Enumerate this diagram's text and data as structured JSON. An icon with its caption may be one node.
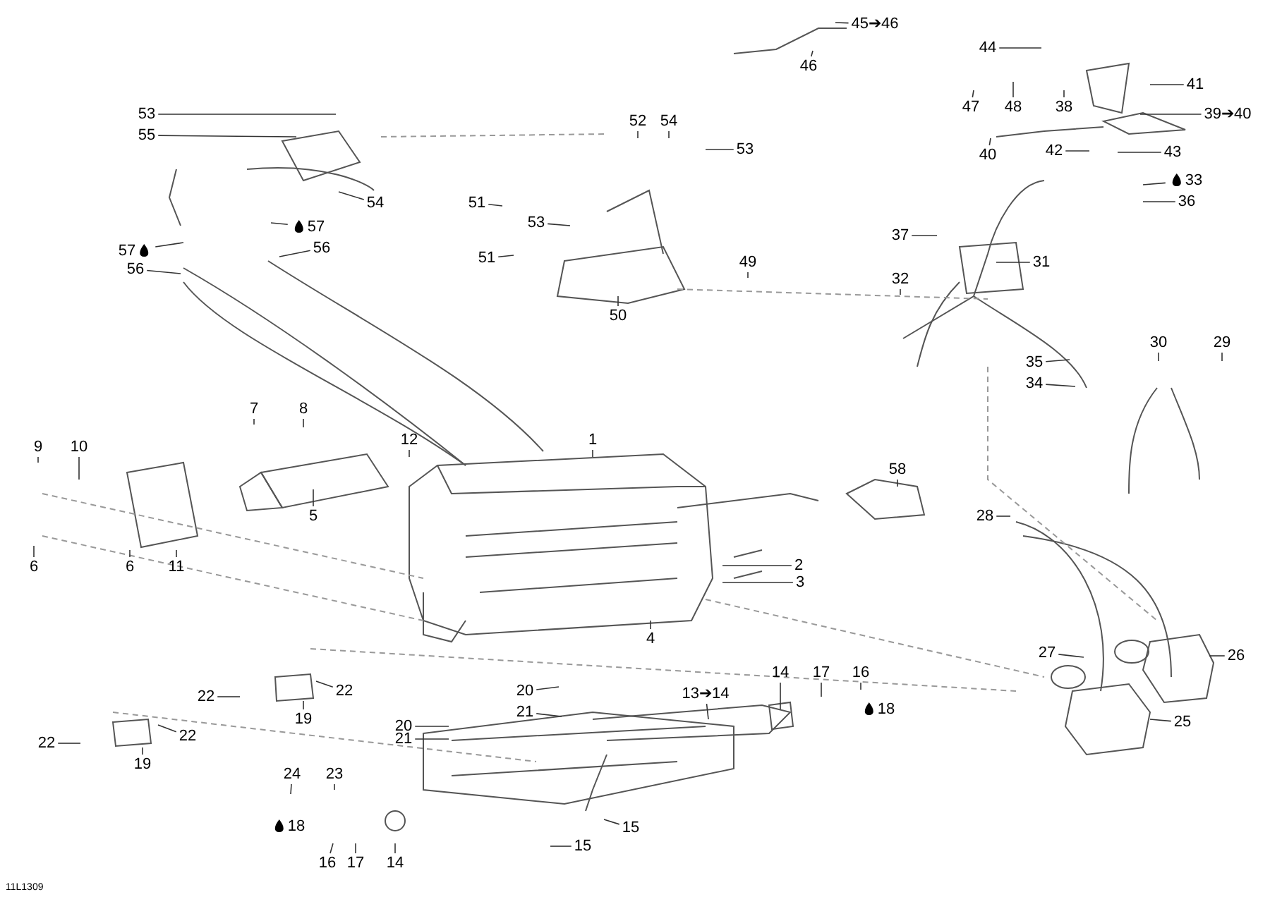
{
  "diagram": {
    "nodes": [
      {
        "text": [
          "45➔46"
        ]
      },
      {
        "text": [
          "44"
        ]
      },
      {
        "text": [
          "46"
        ]
      },
      {
        "text": [
          "41"
        ]
      },
      {
        "text": [
          "47"
        ]
      },
      {
        "text": [
          "48"
        ]
      },
      {
        "text": [
          "38"
        ]
      },
      {
        "text": [
          "39➔40"
        ]
      },
      {
        "text": [
          "53"
        ]
      },
      {
        "text": [
          "52"
        ]
      },
      {
        "text": [
          "54"
        ]
      },
      {
        "text": [
          "53"
        ]
      },
      {
        "text": [
          "55"
        ]
      },
      {
        "text": [
          "42"
        ]
      },
      {
        "text": [
          "43"
        ]
      },
      {
        "text": [
          "40"
        ]
      },
      {
        "text": [
          "33"
        ]
      },
      {
        "text": [
          "36"
        ]
      },
      {
        "text": [
          "54"
        ]
      },
      {
        "text": [
          "51"
        ]
      },
      {
        "text": [
          "53"
        ]
      },
      {
        "text": [
          "57"
        ]
      },
      {
        "text": [
          "37"
        ]
      },
      {
        "text": [
          "57"
        ]
      },
      {
        "text": [
          "51"
        ]
      },
      {
        "text": [
          "31"
        ]
      },
      {
        "text": [
          "56"
        ]
      },
      {
        "text": [
          "56"
        ]
      },
      {
        "text": [
          "49"
        ]
      },
      {
        "text": [
          "32"
        ]
      },
      {
        "text": [
          "50"
        ]
      },
      {
        "text": [
          "30"
        ]
      },
      {
        "text": [
          "29"
        ]
      },
      {
        "text": [
          "35"
        ]
      },
      {
        "text": [
          "34"
        ]
      },
      {
        "text": [
          "7"
        ]
      },
      {
        "text": [
          "8"
        ]
      },
      {
        "text": [
          "12"
        ]
      },
      {
        "text": [
          "9"
        ]
      },
      {
        "text": [
          "10"
        ]
      },
      {
        "text": [
          "1"
        ]
      },
      {
        "text": [
          "58"
        ]
      },
      {
        "text": [
          "5"
        ]
      },
      {
        "text": [
          "28"
        ]
      },
      {
        "text": [
          "6"
        ]
      },
      {
        "text": [
          "6"
        ]
      },
      {
        "text": [
          "11"
        ]
      },
      {
        "text": [
          "2"
        ]
      },
      {
        "text": [
          "3"
        ]
      },
      {
        "text": [
          "4"
        ]
      },
      {
        "text": [
          "27"
        ]
      },
      {
        "text": [
          "26"
        ]
      },
      {
        "text": [
          "20"
        ]
      },
      {
        "text": [
          "21"
        ]
      },
      {
        "text": [
          "13➔14"
        ]
      },
      {
        "text": [
          "14"
        ]
      },
      {
        "text": [
          "17"
        ]
      },
      {
        "text": [
          "16"
        ]
      },
      {
        "text": [
          "18"
        ]
      },
      {
        "text": [
          "22"
        ]
      },
      {
        "text": [
          "22"
        ]
      },
      {
        "text": [
          "19"
        ]
      },
      {
        "text": [
          "20"
        ]
      },
      {
        "text": [
          "21"
        ]
      },
      {
        "text": [
          "22"
        ]
      },
      {
        "text": [
          "22"
        ]
      },
      {
        "text": [
          "25"
        ]
      },
      {
        "text": [
          "19"
        ]
      },
      {
        "text": [
          "24"
        ]
      },
      {
        "text": [
          "23"
        ]
      },
      {
        "text": [
          "15"
        ]
      },
      {
        "text": [
          "18"
        ]
      },
      {
        "text": [
          "16"
        ]
      },
      {
        "text": [
          "17"
        ]
      },
      {
        "text": [
          "14"
        ]
      },
      {
        "text": [
          "15"
        ]
      }
    ],
    "edges": [
      {
        "from": 0,
        "to": null,
        "arrow": "none"
      },
      {
        "from": 1,
        "to": null,
        "arrow": "none"
      },
      {
        "from": 2,
        "to": null,
        "arrow": "none"
      },
      {
        "from": 3,
        "to": null,
        "arrow": "none"
      },
      {
        "from": 4,
        "to": null,
        "arrow": "none"
      },
      {
        "from": 5,
        "to": null,
        "arrow": "none"
      },
      {
        "from": 6,
        "to": null,
        "arrow": "none"
      },
      {
        "from": 7,
        "to": null,
        "arrow": "none"
      },
      {
        "from": 8,
        "to": null,
        "arrow": "none"
      },
      {
        "from": 9,
        "to": null,
        "arrow": "none"
      },
      {
        "from": 10,
        "to": null,
        "arrow": "none"
      },
      {
        "from": 11,
        "to": null,
        "arrow": "none"
      },
      {
        "from": 12,
        "to": null,
        "arrow": "none"
      },
      {
        "from": 13,
        "to": null,
        "arrow": "none"
      },
      {
        "from": 14,
        "to": null,
        "arrow": "none"
      },
      {
        "from": 15,
        "to": null,
        "arrow": "none"
      },
      {
        "from": 16,
        "to": null,
        "arrow": "none"
      },
      {
        "from": 17,
        "to": null,
        "arrow": "none"
      },
      {
        "from": 18,
        "to": null,
        "arrow": "none"
      },
      {
        "from": 19,
        "to": null,
        "arrow": "none"
      },
      {
        "from": 20,
        "to": null,
        "arrow": "none"
      },
      {
        "from": 21,
        "to": null,
        "arrow": "none"
      },
      {
        "from": 22,
        "to": null,
        "arrow": "none"
      },
      {
        "from": 23,
        "to": null,
        "arrow": "none"
      },
      {
        "from": 24,
        "to": null,
        "arrow": "none"
      },
      {
        "from": 25,
        "to": null,
        "arrow": "none"
      },
      {
        "from": 26,
        "to": null,
        "arrow": "none"
      },
      {
        "from": 27,
        "to": null,
        "arrow": "none"
      },
      {
        "from": 28,
        "to": null,
        "arrow": "none"
      },
      {
        "from": 29,
        "to": null,
        "arrow": "none"
      },
      {
        "from": 30,
        "to": null,
        "arrow": "none"
      },
      {
        "from": 31,
        "to": null,
        "arrow": "none"
      },
      {
        "from": 32,
        "to": null,
        "arrow": "none"
      },
      {
        "from": 33,
        "to": null,
        "arrow": "none"
      },
      {
        "from": 34,
        "to": null,
        "arrow": "none"
      },
      {
        "from": 35,
        "to": null,
        "arrow": "none"
      },
      {
        "from": 36,
        "to": null,
        "arrow": "none"
      },
      {
        "from": 37,
        "to": null,
        "arrow": "none"
      },
      {
        "from": 38,
        "to": null,
        "arrow": "none"
      },
      {
        "from": 39,
        "to": null,
        "arrow": "none"
      },
      {
        "from": 40,
        "to": null,
        "arrow": "none"
      },
      {
        "from": 41,
        "to": null,
        "arrow": "none"
      },
      {
        "from": 42,
        "to": null,
        "arrow": "none"
      },
      {
        "from": 43,
        "to": null,
        "arrow": "none"
      },
      {
        "from": 44,
        "to": null,
        "arrow": "none"
      },
      {
        "from": 45,
        "to": null,
        "arrow": "none"
      },
      {
        "from": 46,
        "to": null,
        "arrow": "none"
      },
      {
        "from": 47,
        "to": null,
        "arrow": "none"
      },
      {
        "from": 48,
        "to": null,
        "arrow": "none"
      },
      {
        "from": 49,
        "to": null,
        "arrow": "none"
      },
      {
        "from": 50,
        "to": null,
        "arrow": "none"
      },
      {
        "from": 51,
        "to": null,
        "arrow": "none"
      },
      {
        "from": 52,
        "to": null,
        "arrow": "none"
      },
      {
        "from": 53,
        "to": null,
        "arrow": "none"
      },
      {
        "from": 54,
        "to": null,
        "arrow": "none"
      },
      {
        "from": 55,
        "to": null,
        "arrow": "none"
      },
      {
        "from": 56,
        "to": null,
        "arrow": "none"
      },
      {
        "from": 57,
        "to": null,
        "arrow": "none"
      },
      {
        "from": 59,
        "to": null,
        "arrow": "none"
      },
      {
        "from": 60,
        "to": null,
        "arrow": "none"
      },
      {
        "from": 61,
        "to": null,
        "arrow": "none"
      },
      {
        "from": 62,
        "to": null,
        "arrow": "none"
      },
      {
        "from": 63,
        "to": null,
        "arrow": "none"
      },
      {
        "from": 64,
        "to": null,
        "arrow": "none"
      },
      {
        "from": 65,
        "to": null,
        "arrow": "none"
      },
      {
        "from": 66,
        "to": null,
        "arrow": "none"
      },
      {
        "from": 67,
        "to": null,
        "arrow": "none"
      },
      {
        "from": 68,
        "to": null,
        "arrow": "none"
      },
      {
        "from": 69,
        "to": null,
        "arrow": "none"
      },
      {
        "from": 70,
        "to": null,
        "arrow": "none"
      },
      {
        "from": 72,
        "to": null,
        "arrow": "none"
      },
      {
        "from": 73,
        "to": null,
        "arrow": "none"
      },
      {
        "from": 74,
        "to": null,
        "arrow": "none"
      },
      {
        "from": 75,
        "to": null,
        "arrow": "none"
      }
    ],
    "labels": [
      "11L1309"
    ]
  }
}
